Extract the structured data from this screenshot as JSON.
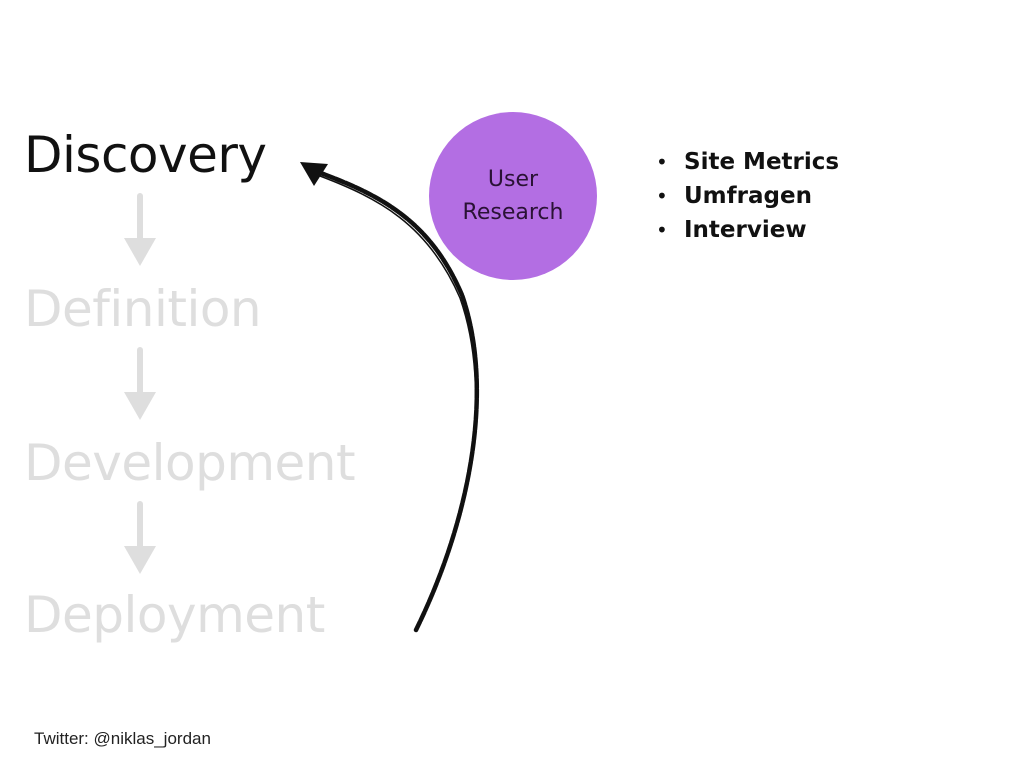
{
  "stages": [
    {
      "label": "Discovery",
      "state": "active"
    },
    {
      "label": "Definition",
      "state": "inactive"
    },
    {
      "label": "Development",
      "state": "inactive"
    },
    {
      "label": "Deployment",
      "state": "inactive"
    }
  ],
  "research": {
    "label": "User\nResearch",
    "color": "#b36ee3"
  },
  "methods": [
    {
      "bullet": "•",
      "label": "Site Metrics"
    },
    {
      "bullet": "•",
      "label": "Umfragen"
    },
    {
      "bullet": "•",
      "label": "Interview"
    }
  ],
  "footer": {
    "credit": "Twitter: @niklas_jordan"
  },
  "colors": {
    "active_text": "#111111",
    "inactive_text": "#dedede",
    "arrow": "#111111"
  },
  "icons": {
    "flow_arrow": "arrow-down-icon",
    "loop_arrow": "curved-arrow-icon"
  }
}
